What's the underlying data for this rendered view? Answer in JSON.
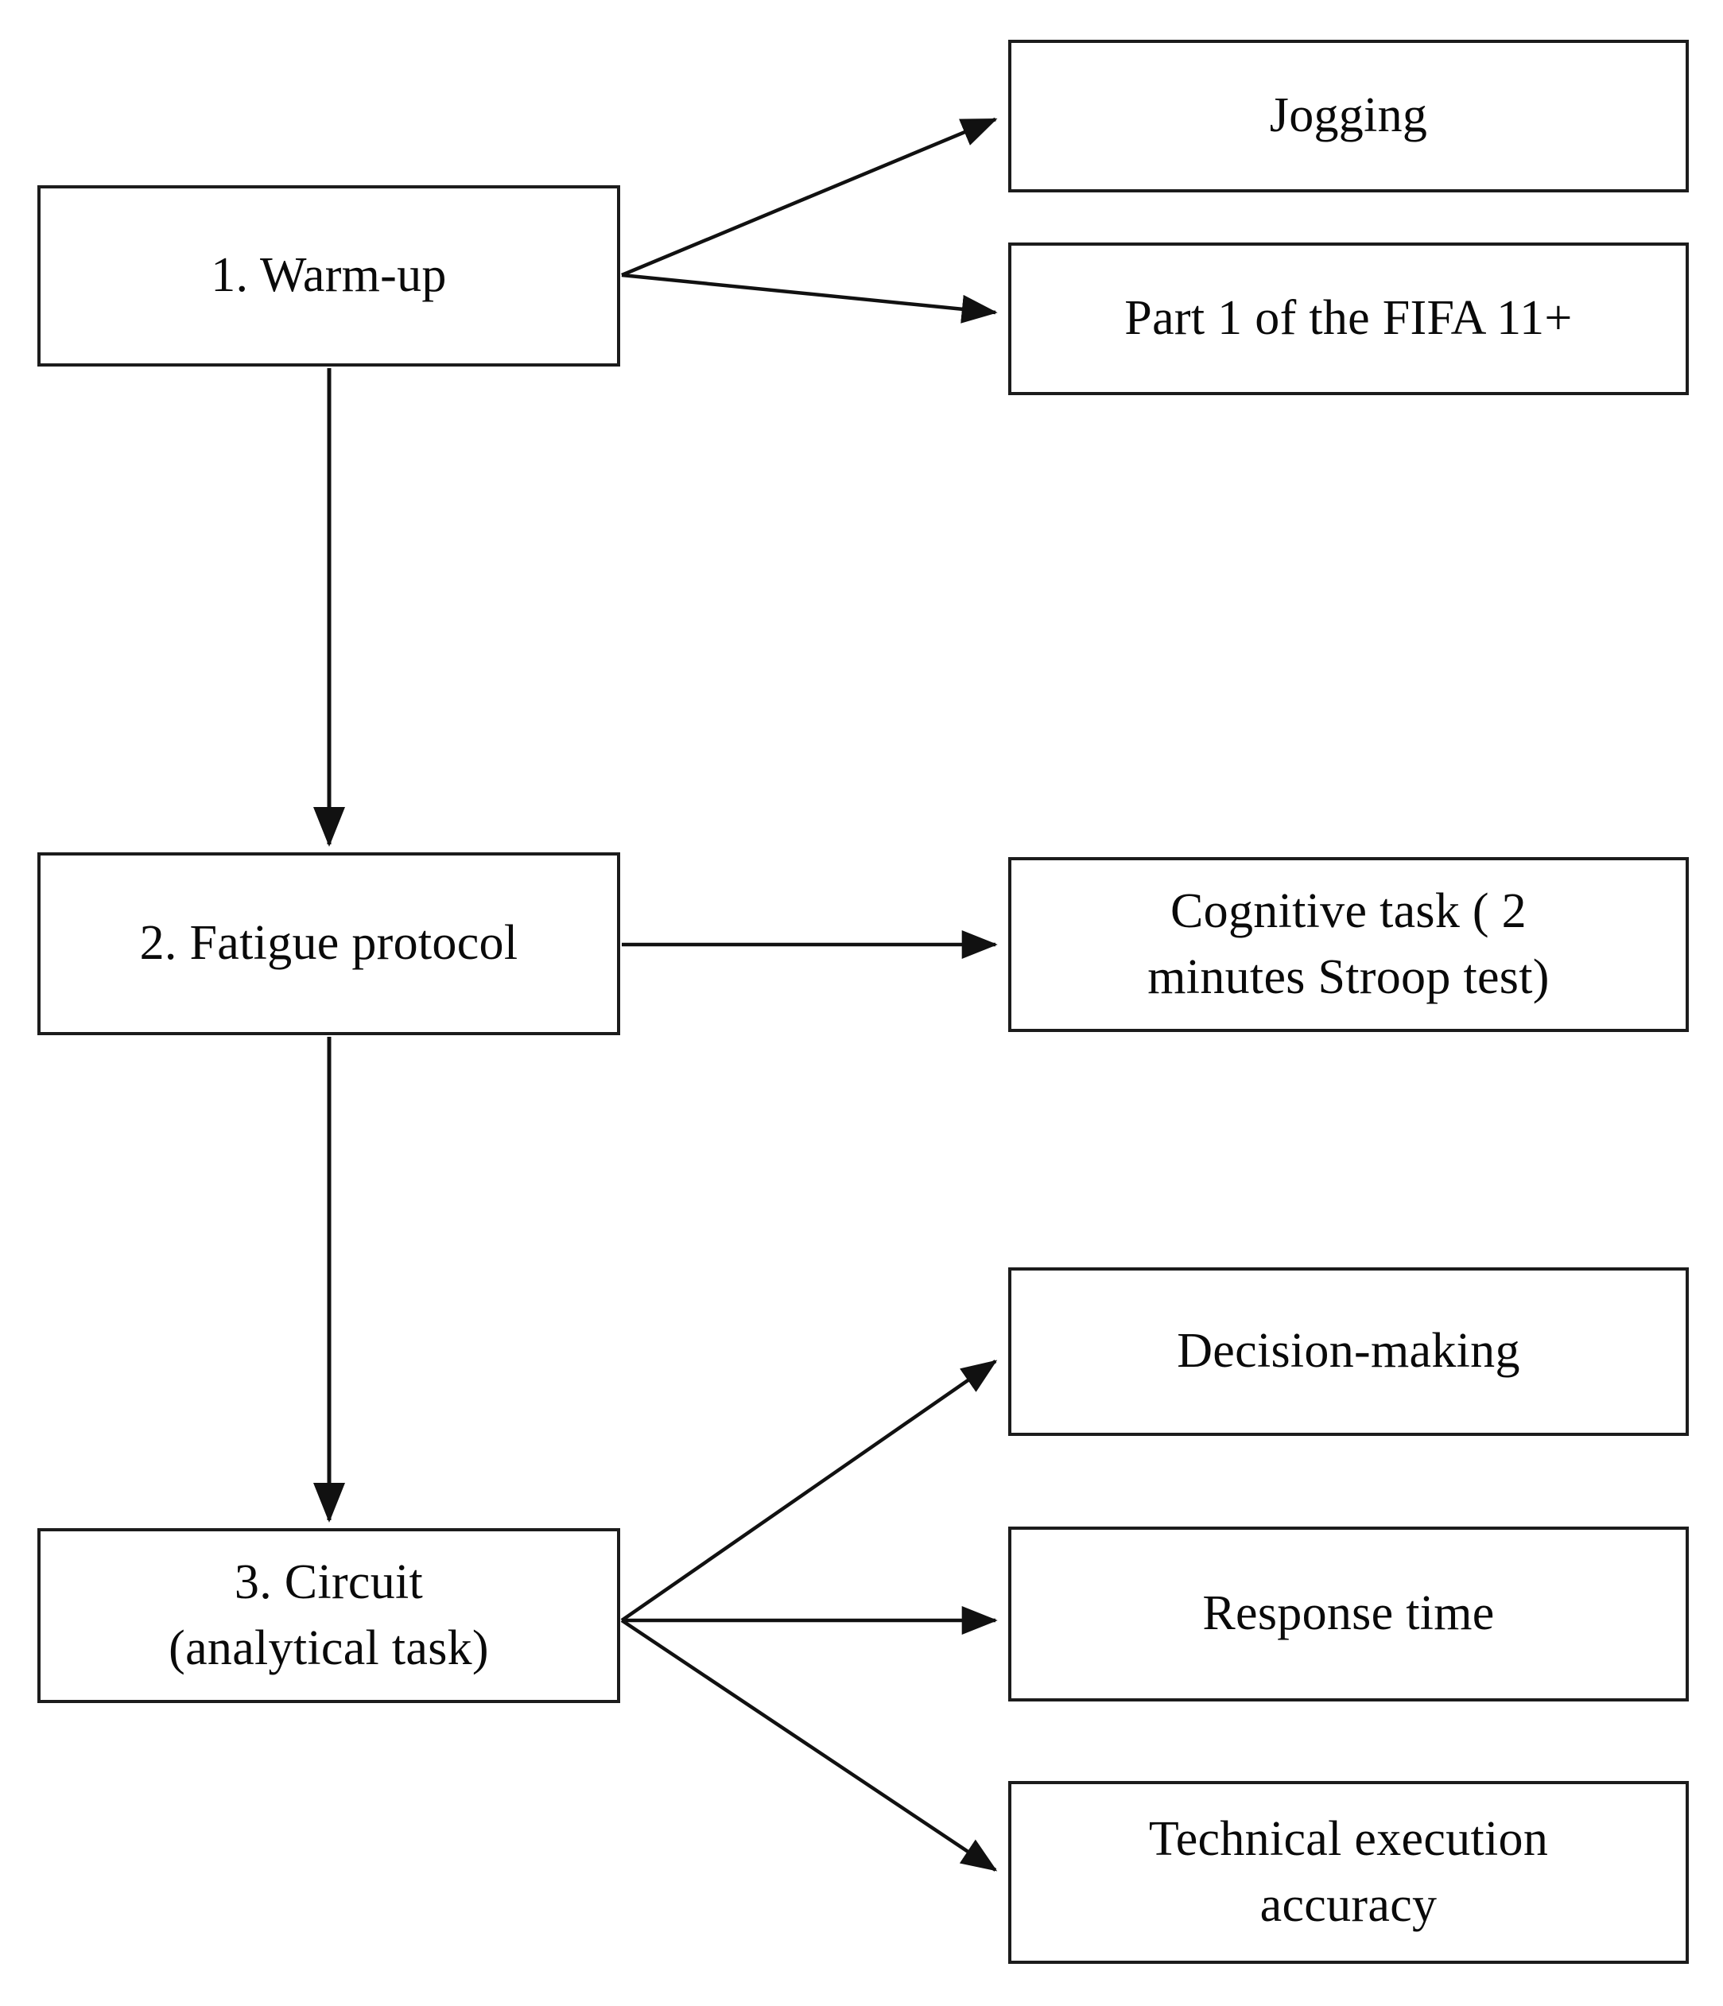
{
  "diagram": {
    "type": "flowchart",
    "title": "Experimental protocol flowchart",
    "orientation": "top-to-bottom with lateral branches",
    "stroke_color": "#1c1c1c",
    "background_color": "#ffffff",
    "text_color": "#0a0a0a"
  },
  "nodes": {
    "warmup": {
      "label": "1. Warm-up",
      "column": "main",
      "step": 1
    },
    "jogging": {
      "label": "Jogging",
      "column": "detail"
    },
    "fifa": {
      "label": "Part 1 of the FIFA  11+",
      "column": "detail"
    },
    "fatigue": {
      "label": "2. Fatigue protocol",
      "column": "main",
      "step": 2
    },
    "cognitive": {
      "label": "Cognitive task ( 2\nminutes Stroop test)",
      "column": "detail"
    },
    "circuit": {
      "label": "3. Circuit\n(analytical  task)",
      "column": "main",
      "step": 3
    },
    "decision": {
      "label": "Decision-making",
      "column": "detail"
    },
    "response": {
      "label": "Response time",
      "column": "detail"
    },
    "technical": {
      "label": "Technical  execution\naccuracy",
      "column": "detail"
    }
  },
  "edges": [
    {
      "from": "warmup",
      "to": "jogging",
      "style": "arrow",
      "kind": "branch"
    },
    {
      "from": "warmup",
      "to": "fifa",
      "style": "arrow",
      "kind": "branch"
    },
    {
      "from": "warmup",
      "to": "fatigue",
      "style": "arrow",
      "kind": "sequence"
    },
    {
      "from": "fatigue",
      "to": "cognitive",
      "style": "arrow",
      "kind": "branch"
    },
    {
      "from": "fatigue",
      "to": "circuit",
      "style": "arrow",
      "kind": "sequence"
    },
    {
      "from": "circuit",
      "to": "decision",
      "style": "arrow",
      "kind": "branch"
    },
    {
      "from": "circuit",
      "to": "response",
      "style": "arrow",
      "kind": "branch"
    },
    {
      "from": "circuit",
      "to": "technical",
      "style": "arrow",
      "kind": "branch"
    }
  ]
}
